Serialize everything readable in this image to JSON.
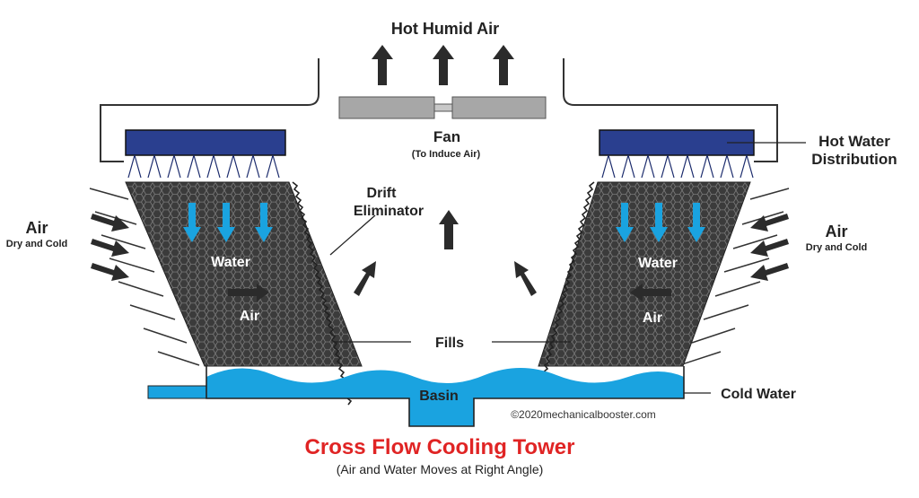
{
  "labels": {
    "hot_humid_air": "Hot Humid Air",
    "fan": "Fan",
    "fan_sub": "(To Induce Air)",
    "hot_water_1": "Hot Water",
    "hot_water_2": "Distribution",
    "drift_1": "Drift",
    "drift_2": "Eliminator",
    "air": "Air",
    "air_sub": "Dry and Cold",
    "water": "Water",
    "fills": "Fills",
    "basin": "Basin",
    "cold_water": "Cold Water",
    "copyright": "©2020mechanicalbooster.com"
  },
  "caption": {
    "title": "Cross Flow Cooling Tower",
    "subtitle": "(Air and Water Moves at Right Angle)"
  },
  "colors": {
    "title_red": "#e02424",
    "water_blue": "#1aa3e0",
    "distribution_navy": "#2a3f8f",
    "fill_dark": "#3d3d3d",
    "fan_gray": "#a7a7a7",
    "text_dark": "#222222"
  }
}
